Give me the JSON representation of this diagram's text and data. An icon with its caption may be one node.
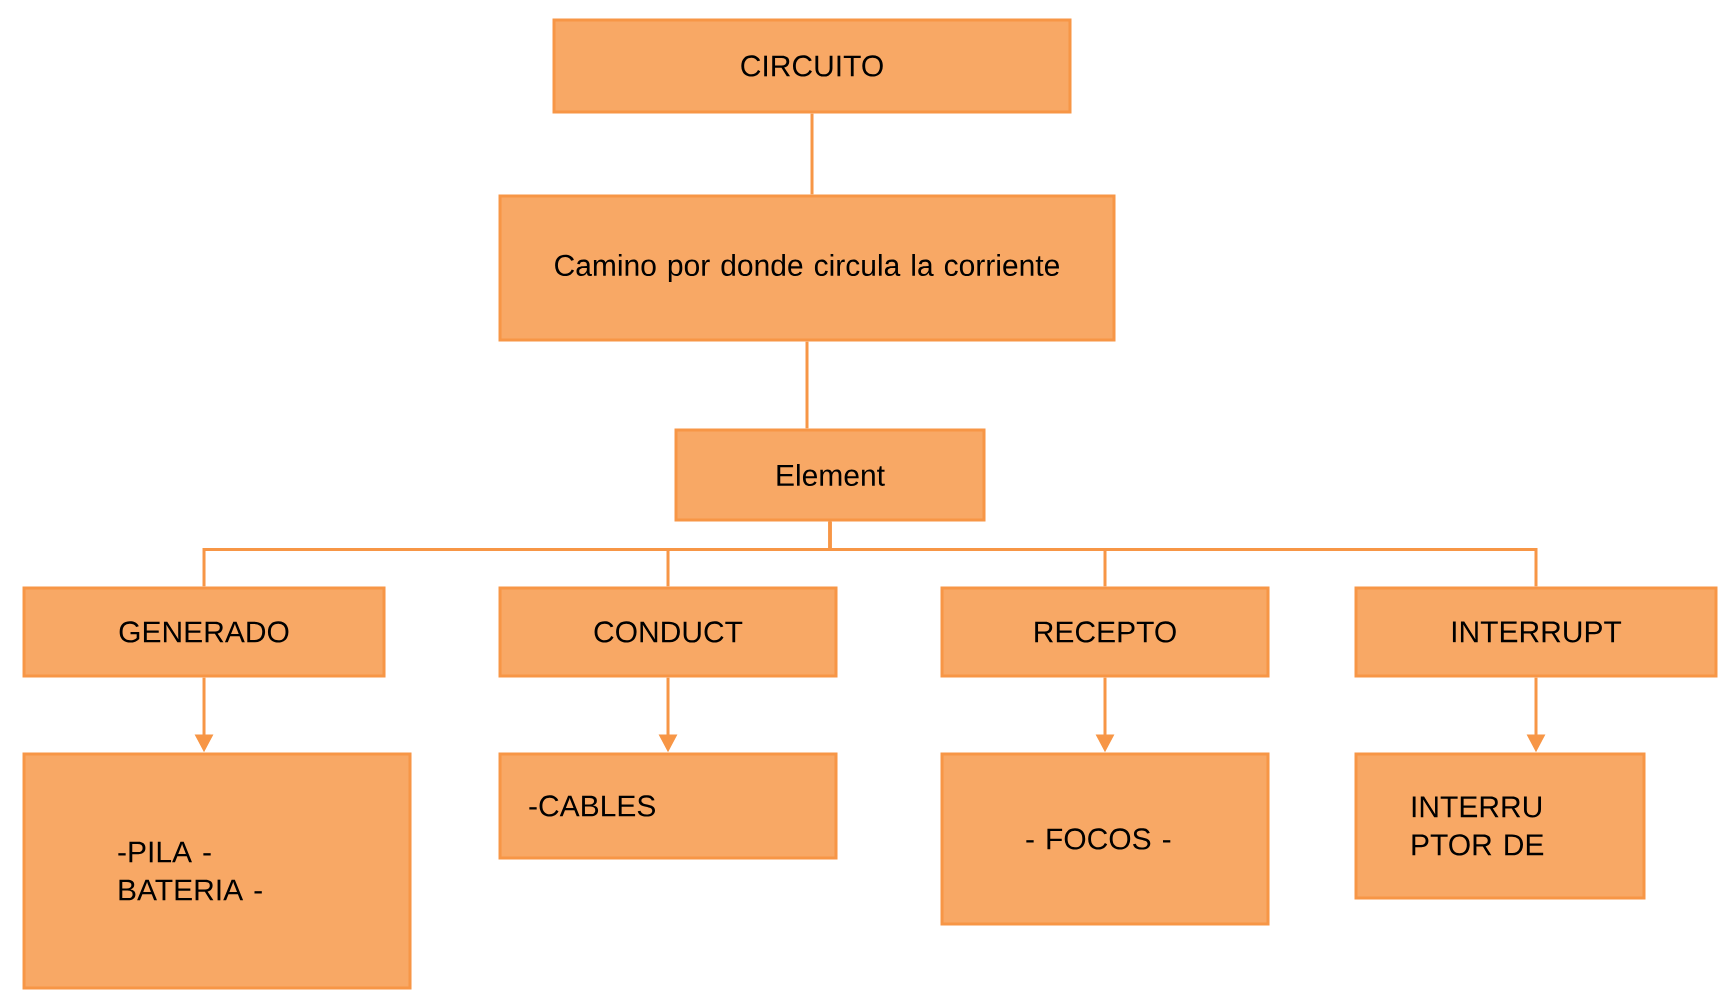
{
  "diagram": {
    "nodes": [
      {
        "text": [
          "CIRCUITO"
        ]
      },
      {
        "text": [
          "Camino por donde circula la corriente"
        ]
      },
      {
        "text": [
          "Element"
        ]
      },
      {
        "text": [
          "GENERADO"
        ]
      },
      {
        "text": [
          "CONDUCT"
        ]
      },
      {
        "text": [
          "RECEPTO"
        ]
      },
      {
        "text": [
          "INTERRUPT"
        ]
      },
      {
        "text": [
          "-PILA -BATERIA -"
        ]
      },
      {
        "text": [
          "-CABLES"
        ]
      },
      {
        "text": [
          "- FOCOS -"
        ]
      },
      {
        "text": [
          "INTERRU PTOR DE"
        ]
      }
    ],
    "edges": [
      {
        "from": 0,
        "to": 1,
        "arrow": "none"
      },
      {
        "from": 1,
        "to": 2,
        "arrow": "none"
      },
      {
        "from": 2,
        "to": 3,
        "arrow": "none"
      },
      {
        "from": 2,
        "to": 4,
        "arrow": "none"
      },
      {
        "from": 2,
        "to": 5,
        "arrow": "none"
      },
      {
        "from": 2,
        "to": 6,
        "arrow": "none"
      },
      {
        "from": 3,
        "to": 7,
        "arrow": "to"
      },
      {
        "from": 4,
        "to": 8,
        "arrow": "to"
      },
      {
        "from": 5,
        "to": 9,
        "arrow": "to"
      },
      {
        "from": 6,
        "to": 10,
        "arrow": "to"
      }
    ]
  }
}
